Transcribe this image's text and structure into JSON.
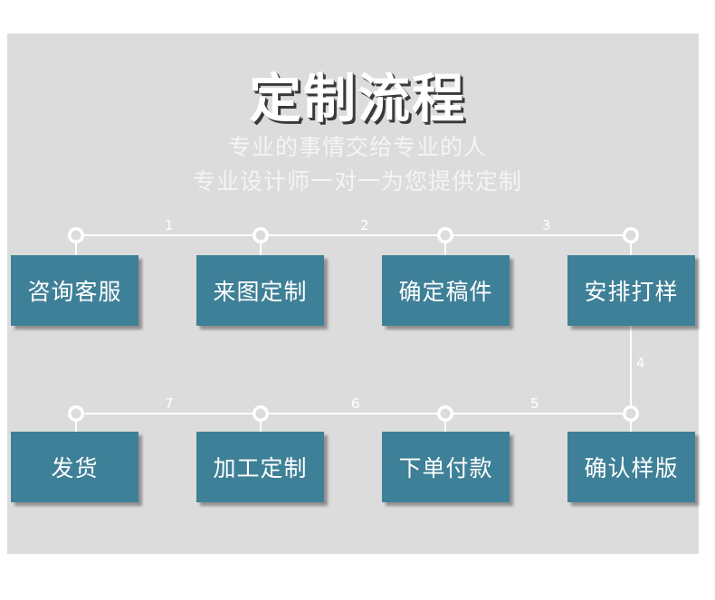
{
  "title": "定制流程",
  "subtitle_1": "专业的事情交给专业的人",
  "subtitle_2": "专业设计师一对一为您提供定制",
  "steps_row1": [
    "咨询客服",
    "来图定制",
    "确定稿件",
    "安排打样"
  ],
  "steps_row2": [
    "发货",
    "加工定制",
    "下单付款",
    "确认样版"
  ],
  "step_numbers": {
    "n1": "1",
    "n2": "2",
    "n3": "3",
    "n4": "4",
    "n5": "5",
    "n6": "6",
    "n7": "7"
  },
  "colors": {
    "box": "#3e8097",
    "panel": "#dcdcdc",
    "line": "#ffffff"
  }
}
